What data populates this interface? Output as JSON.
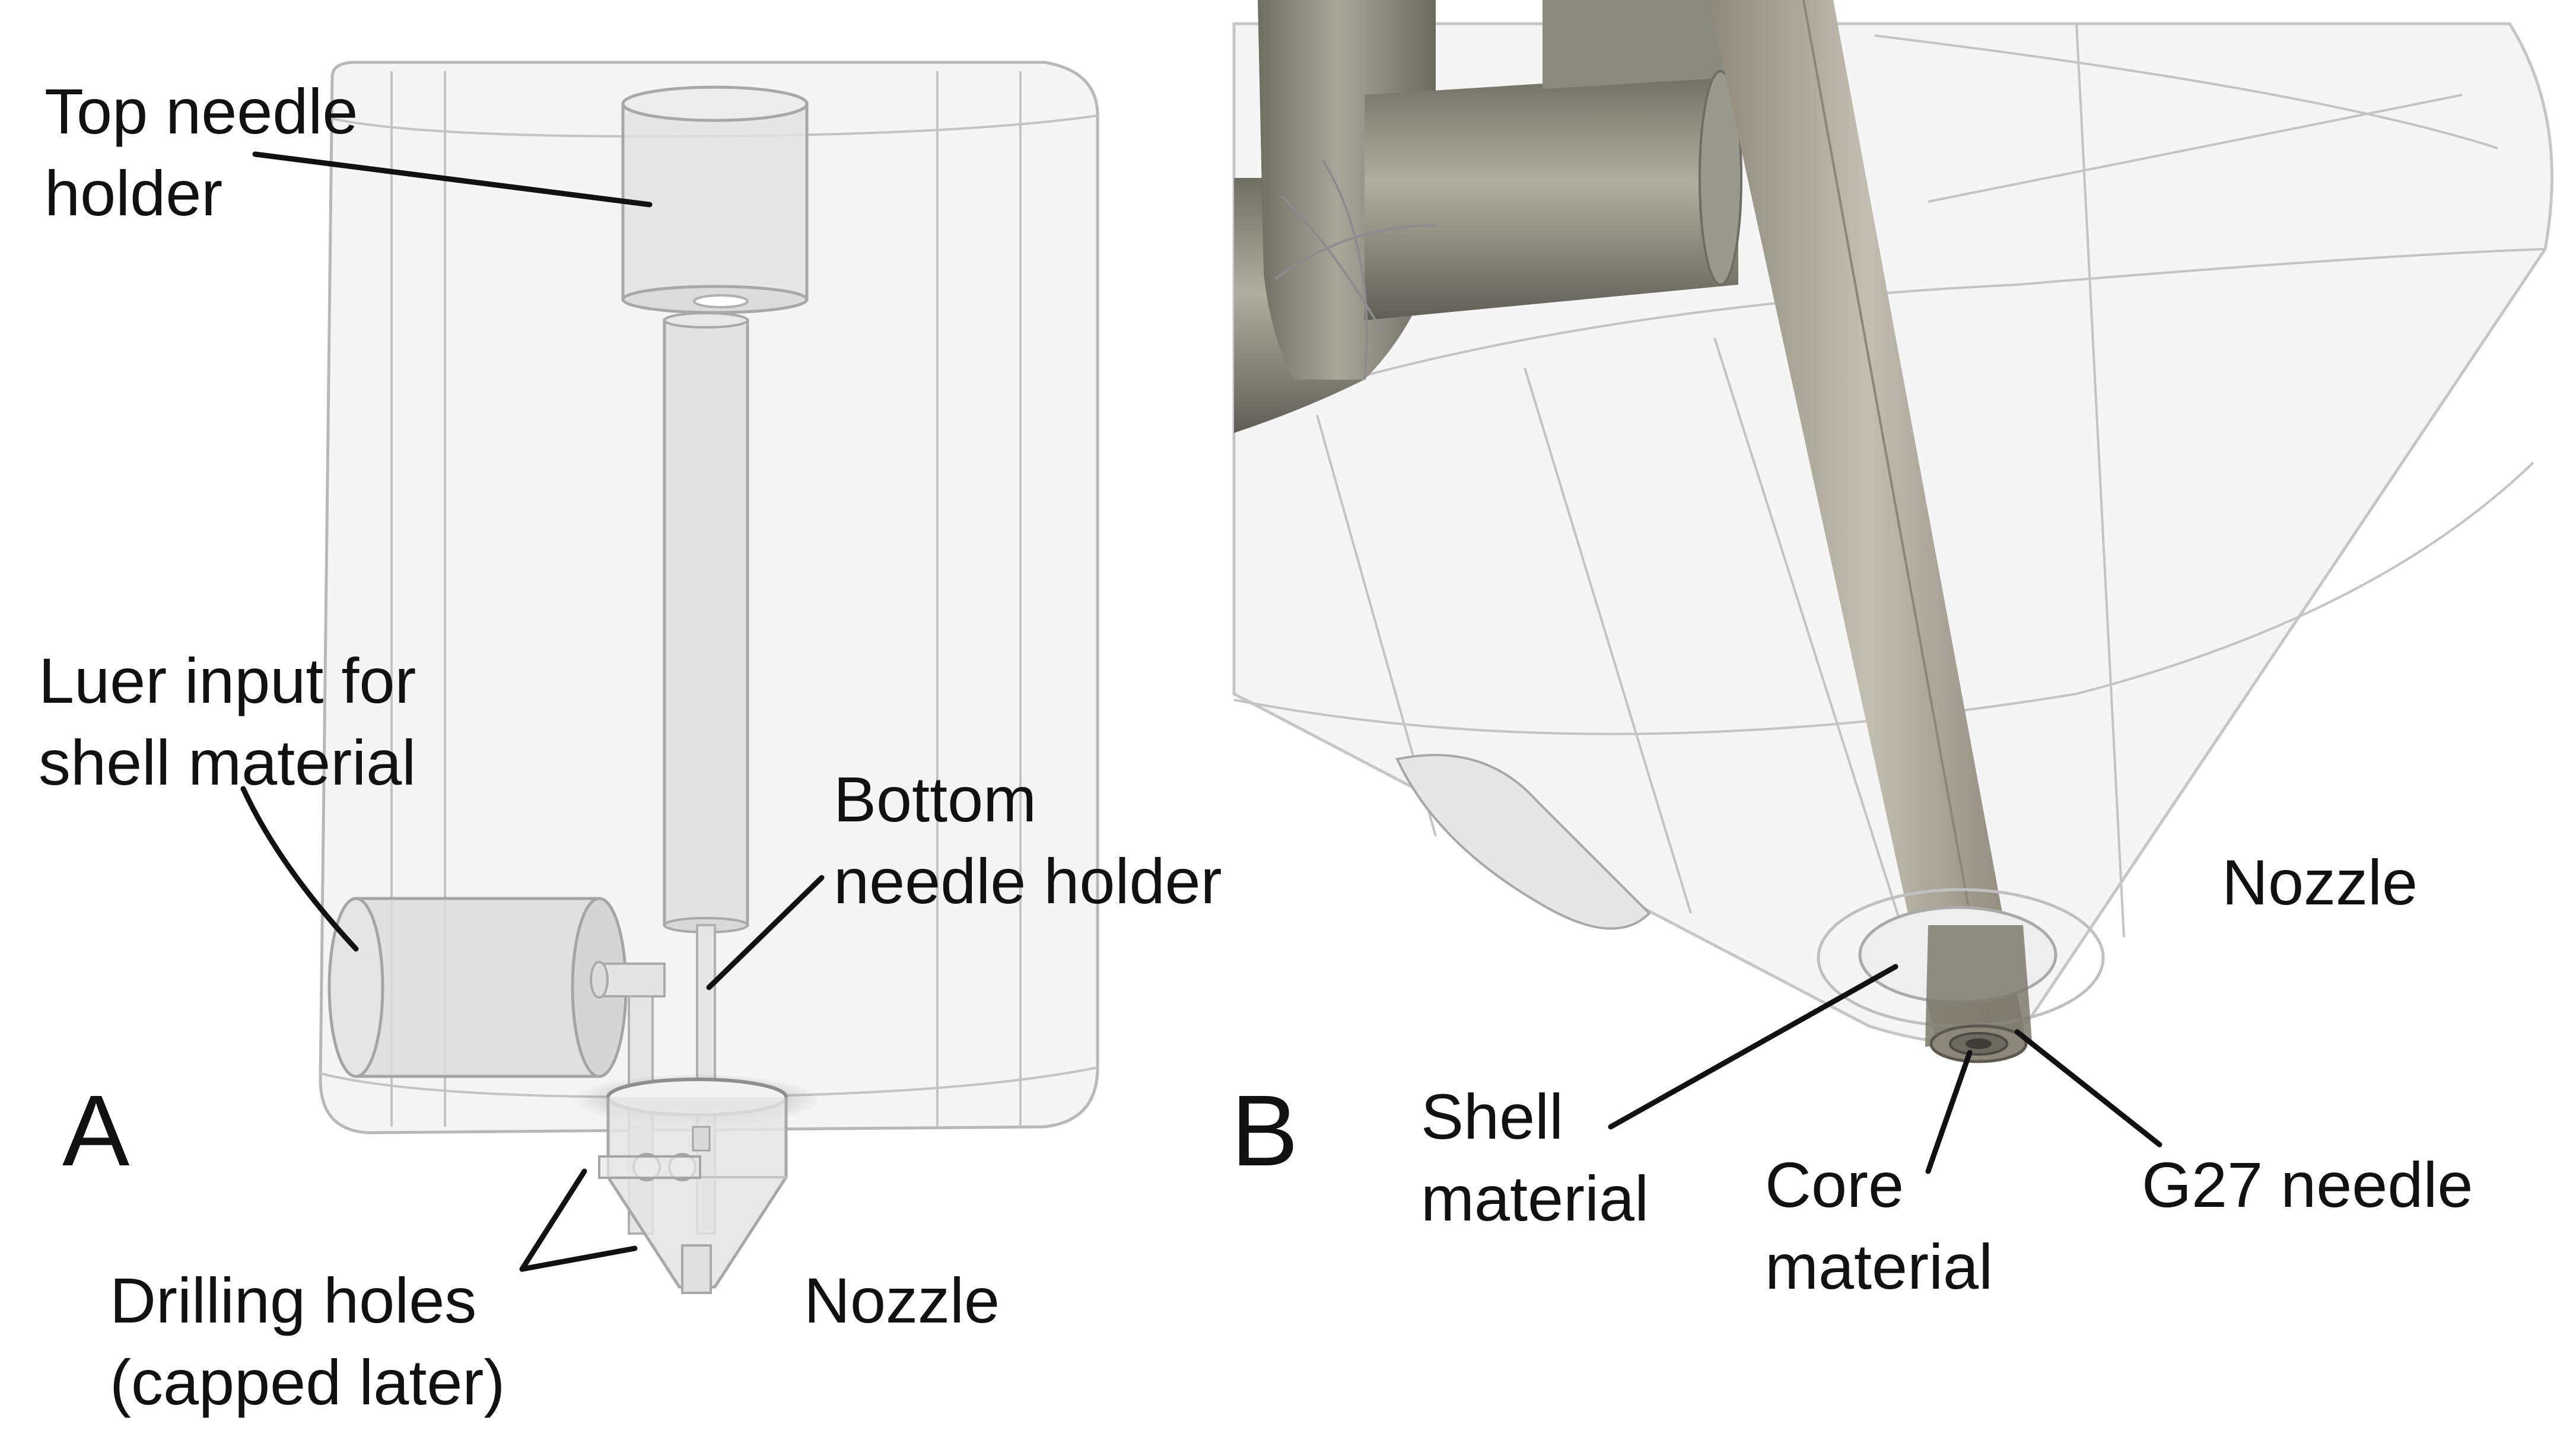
{
  "panel_a": {
    "letter": "A",
    "labels": {
      "top_needle_holder": [
        "Top needle",
        "holder"
      ],
      "luer_input": [
        "Luer input for",
        "shell material"
      ],
      "bottom_needle_holder": [
        "Bottom",
        "needle holder"
      ],
      "drilling_holes": [
        "Drilling holes",
        "(capped later)"
      ],
      "nozzle": "Nozzle"
    }
  },
  "panel_b": {
    "letter": "B",
    "labels": {
      "nozzle": "Nozzle",
      "shell_material": [
        "Shell",
        "material"
      ],
      "core_material": [
        "Core",
        "material"
      ],
      "g27_needle": "G27 needle"
    }
  },
  "colors": {
    "transparent_body": "#ececec",
    "outline": "#b8b8b8",
    "metal_tube": "#8a897c",
    "needle": "#a8a496",
    "text": "#111111"
  }
}
